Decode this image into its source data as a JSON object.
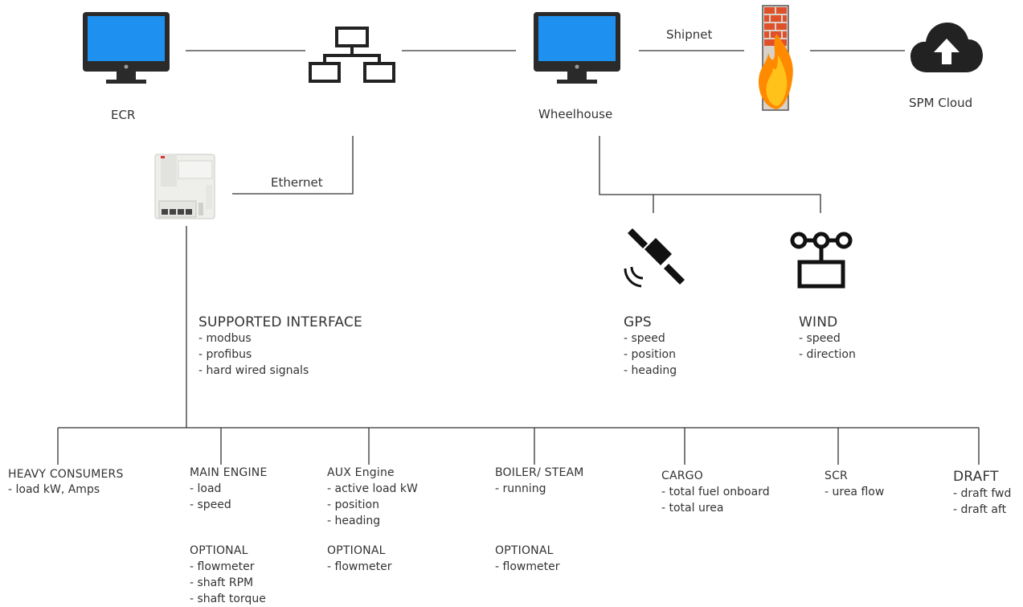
{
  "nodes": {
    "ecr": "ECR",
    "wheelhouse": "Wheelhouse",
    "spm_cloud": "SPM Cloud"
  },
  "links": {
    "shipnet": "Shipnet",
    "ethernet": "Ethernet"
  },
  "interface": {
    "title": "SUPPORTED INTERFACE",
    "items": [
      "- modbus",
      "- profibus",
      "- hard wired signals"
    ]
  },
  "sensors": {
    "gps": {
      "title": "GPS",
      "items": [
        "- speed",
        "- position",
        "- heading"
      ]
    },
    "wind": {
      "title": "WIND",
      "items": [
        "- speed",
        "- direction"
      ]
    }
  },
  "consumers": {
    "heavy": {
      "title": "HEAVY CONSUMERS",
      "items": [
        "- load kW, Amps"
      ]
    },
    "main_engine": {
      "title": "MAIN ENGINE",
      "items": [
        "- load",
        "- speed"
      ],
      "optional_title": "OPTIONAL",
      "optional_items": [
        "- flowmeter",
        "- shaft RPM",
        "- shaft torque"
      ]
    },
    "aux_engine": {
      "title": "AUX Engine",
      "items": [
        "- active load kW",
        "- position",
        "- heading"
      ],
      "optional_title": "OPTIONAL",
      "optional_items": [
        "- flowmeter"
      ]
    },
    "boiler": {
      "title": "BOILER/ STEAM",
      "items": [
        "- running"
      ],
      "optional_title": "OPTIONAL",
      "optional_items": [
        "- flowmeter"
      ]
    },
    "cargo": {
      "title": "CARGO",
      "items": [
        "- total fuel onboard",
        "- total urea"
      ]
    },
    "scr": {
      "title": "SCR",
      "items": [
        "- urea flow"
      ]
    },
    "draft": {
      "title": "DRAFT",
      "items": [
        "- draft fwd",
        "- draft aft"
      ]
    }
  },
  "colors": {
    "monitor_screen": "#1e90f0",
    "icon_dark": "#222222",
    "line": "#333333",
    "fire_orange": "#ff8a00",
    "brick": "#e0502a"
  },
  "icons": [
    "monitor-icon",
    "network-switch-icon",
    "firewall-icon",
    "cloud-upload-icon",
    "controller-device-icon",
    "satellite-icon",
    "anemometer-icon"
  ]
}
